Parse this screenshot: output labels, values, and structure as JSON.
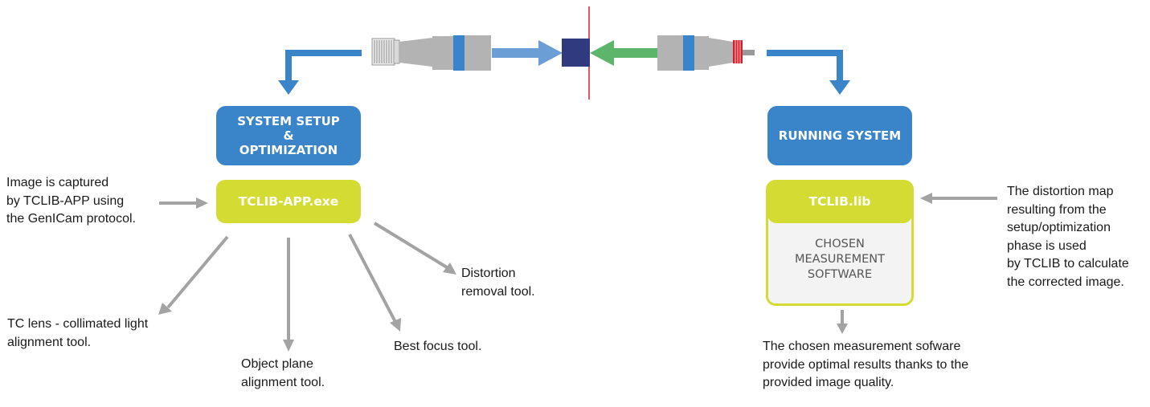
{
  "colors": {
    "blue": "#3a84c9",
    "yellow_green": "#d4dc33",
    "gray_arrow": "#a3a3a3",
    "green_arrow": "#5cb56a",
    "light_blue_arrow": "#6a9ed4",
    "sensor_navy": "#2f3b7e",
    "red_line": "#d11f2b"
  },
  "setup": {
    "box_title_lines": [
      "SYSTEM SETUP",
      "&",
      "OPTIMIZATION"
    ],
    "app_label": "TCLIB-APP.exe",
    "capture_note_lines": [
      "Image is captured",
      "by TCLIB-APP using",
      "the GenICam protocol."
    ],
    "tools": [
      {
        "lines": [
          "TC lens - collimated light",
          "alignment tool."
        ]
      },
      {
        "lines": [
          "Object plane",
          "alignment tool."
        ]
      },
      {
        "lines": [
          "Best focus tool."
        ]
      },
      {
        "lines": [
          "Distortion",
          "removal tool."
        ]
      }
    ]
  },
  "running": {
    "box_title": "RUNNING SYSTEM",
    "lib_label": "TCLIB.lib",
    "software_lines": [
      "CHOSEN",
      "MEASUREMENT",
      "SOFTWARE"
    ],
    "map_note_lines": [
      "The distortion map",
      "resulting from the",
      "setup/optimization",
      "phase is used",
      "by TCLIB to calculate",
      "the corrected image."
    ],
    "result_note_lines": [
      "The chosen measurement sofware",
      "provide optimal results thanks to the",
      "provided image quality."
    ]
  },
  "icons": [
    "lens-icon",
    "telecentric-lens-icon",
    "camera-sensor-icon"
  ]
}
